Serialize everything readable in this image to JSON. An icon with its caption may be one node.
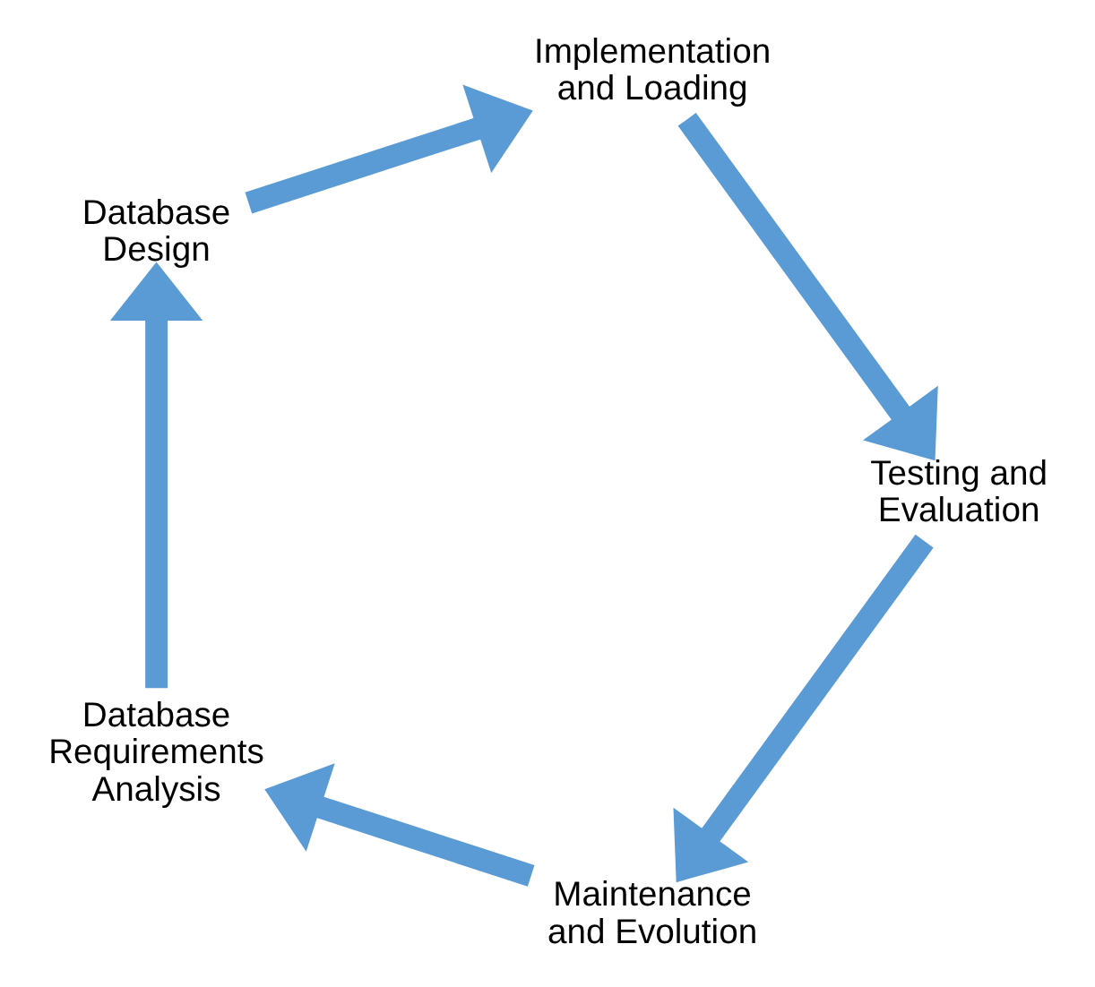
{
  "diagram": {
    "nodes": [
      {
        "text": [
          "Maintenance and Evolution"
        ]
      },
      {
        "text": [
          "Database Requirements Analysis"
        ]
      },
      {
        "text": [
          "Testing and Evaluation"
        ]
      },
      {
        "text": [
          "Database Design"
        ]
      },
      {
        "text": [
          "Implementation and Loading"
        ]
      }
    ],
    "edges": [
      {
        "from": 0,
        "to": 1,
        "arrow": "to"
      },
      {
        "from": 1,
        "to": 3,
        "arrow": "to"
      },
      {
        "from": 3,
        "to": 4,
        "arrow": "to"
      },
      {
        "from": 4,
        "to": 2,
        "arrow": "to"
      },
      {
        "from": 2,
        "to": 0,
        "arrow": "to"
      }
    ]
  }
}
